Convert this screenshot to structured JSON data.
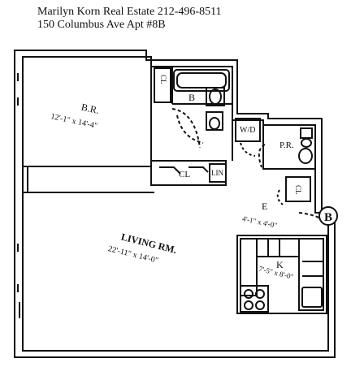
{
  "header": {
    "line1": "Marilyn Korn Real Estate 212-496-8511",
    "line2": "150 Columbus Ave Apt #8B"
  },
  "rooms": {
    "bedroom": {
      "name": "B.R.",
      "dims": "12'-1\" x 14'-4\""
    },
    "living": {
      "name": "LIVING RM.",
      "dims": "22'-11\" x 14'-0\""
    },
    "entry": {
      "name": "E",
      "dims": "4'-1\" x 4'-0\""
    },
    "kitchen": {
      "name": "K",
      "dims": "7'-5\" x 8'-0\""
    },
    "bath": {
      "name": "B"
    },
    "powder": {
      "name": "P.R."
    },
    "washer_dryer": {
      "name": "W/D"
    },
    "closet_label": "CL",
    "linen_label": "LIN",
    "unit_marker": "B"
  }
}
